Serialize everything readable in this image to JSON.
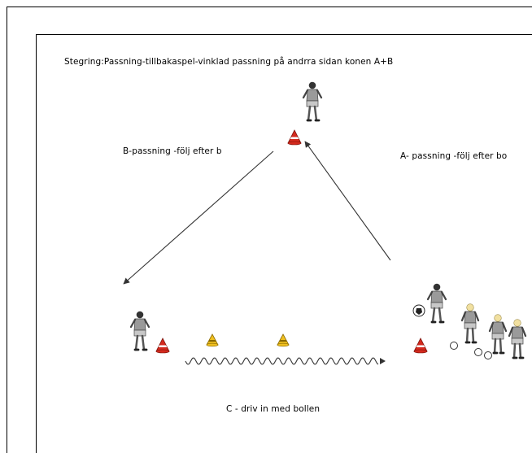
{
  "drill": {
    "title": "Stegring:Passning-tillbakaspel-vinklad passning på andrra sidan konen A+B",
    "label_b": "B-passning -följ efter b",
    "label_a": "A- passning -följ efter bo",
    "label_c": "C - driv in med bollen"
  },
  "colors": {
    "cone_red": "#d42a1e",
    "cone_yellow": "#f0c020",
    "player_shirt": "#9a9a9a",
    "player_shorts": "#c8c8c8",
    "arrow": "#333333"
  },
  "icons": [
    "player-figure",
    "cone",
    "ball",
    "arrow",
    "wavy-dribble-path"
  ]
}
